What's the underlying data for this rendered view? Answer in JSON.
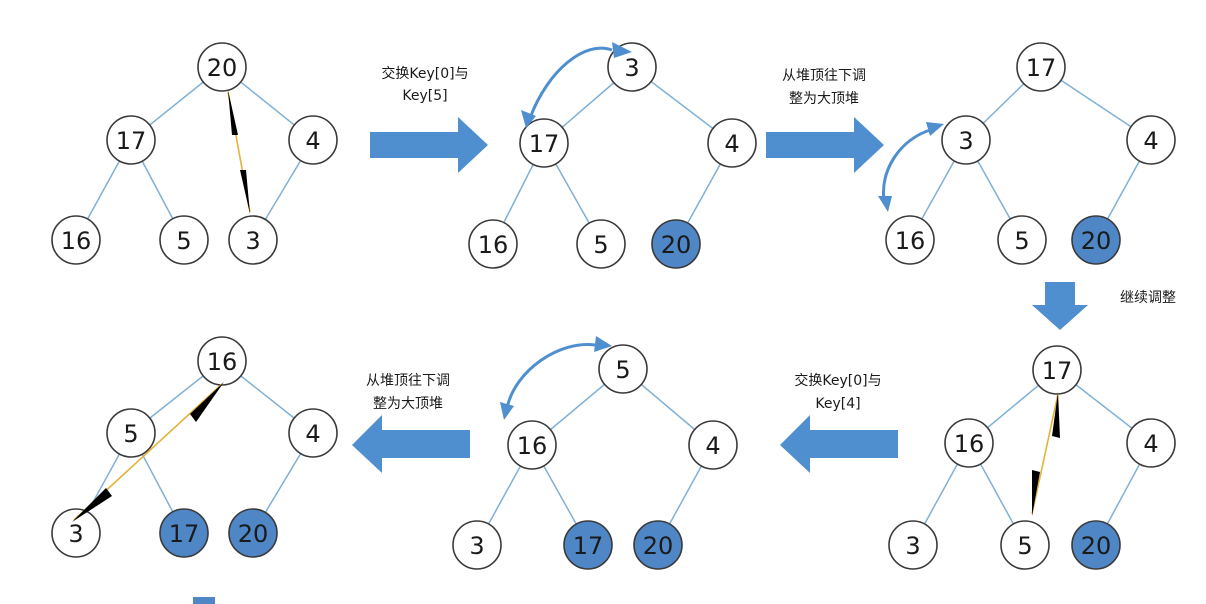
{
  "colors": {
    "sorted": "#4f86c6",
    "edge": "#7fb0d6",
    "arrow": "#4f8fd0",
    "swap": "#e3b33a"
  },
  "captions": {
    "step1": [
      "交换Key[0]与",
      "Key[5]"
    ],
    "step2": [
      "从堆顶往下调",
      "整为大顶堆"
    ],
    "step3": [
      "继续调整"
    ],
    "step4": [
      "交换Key[0]与",
      "Key[4]"
    ],
    "step5": [
      "从堆顶往下调",
      "整为大顶堆"
    ]
  },
  "trees": [
    {
      "id": "t1",
      "nodes": [
        "20",
        "17",
        "4",
        "16",
        "5",
        "3"
      ],
      "sorted": []
    },
    {
      "id": "t2",
      "nodes": [
        "3",
        "17",
        "4",
        "16",
        "5",
        "20"
      ],
      "sorted": [
        5
      ]
    },
    {
      "id": "t3",
      "nodes": [
        "17",
        "3",
        "4",
        "16",
        "5",
        "20"
      ],
      "sorted": [
        5
      ]
    },
    {
      "id": "t4",
      "nodes": [
        "17",
        "16",
        "4",
        "3",
        "5",
        "20"
      ],
      "sorted": [
        5
      ]
    },
    {
      "id": "t5",
      "nodes": [
        "5",
        "16",
        "4",
        "3",
        "17",
        "20"
      ],
      "sorted": [
        4,
        5
      ]
    },
    {
      "id": "t6",
      "nodes": [
        "16",
        "5",
        "4",
        "3",
        "17",
        "20"
      ],
      "sorted": [
        4,
        5
      ]
    }
  ]
}
